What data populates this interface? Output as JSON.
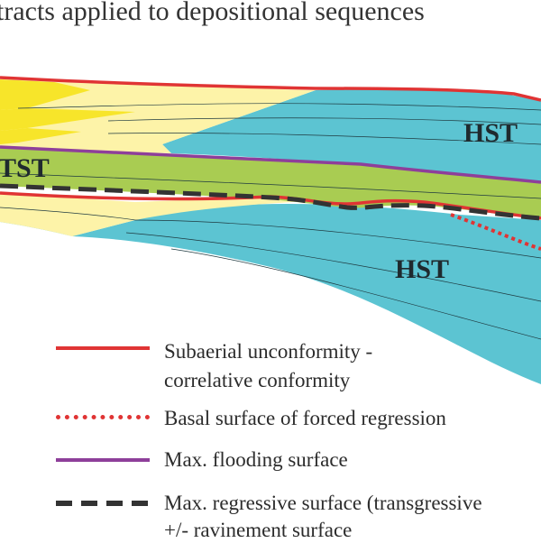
{
  "title": "tracts applied to depositional sequences",
  "colors": {
    "yellow": "#f7e52a",
    "cream": "#fdf3a8",
    "green": "#a9cc52",
    "blue": "#5cc4d2",
    "unconformity": "#e03434",
    "forced_regression": "#e03434",
    "max_flooding": "#8e3f9a",
    "max_regressive": "#333333"
  },
  "tract_labels": {
    "hst_upper": "HST",
    "tst": "TST",
    "hst_lower": "HST"
  },
  "legend": [
    {
      "style": "solid-red",
      "lines": [
        "Subaerial unconformity -",
        "correlative conformity"
      ]
    },
    {
      "style": "dotted-red",
      "lines": [
        "Basal surface of forced regression"
      ]
    },
    {
      "style": "solid-purple",
      "lines": [
        "Max. flooding surface"
      ]
    },
    {
      "style": "dashed-black",
      "lines": [
        "Max. regressive surface (transgressive",
        "+/- ravinement surface"
      ]
    }
  ]
}
